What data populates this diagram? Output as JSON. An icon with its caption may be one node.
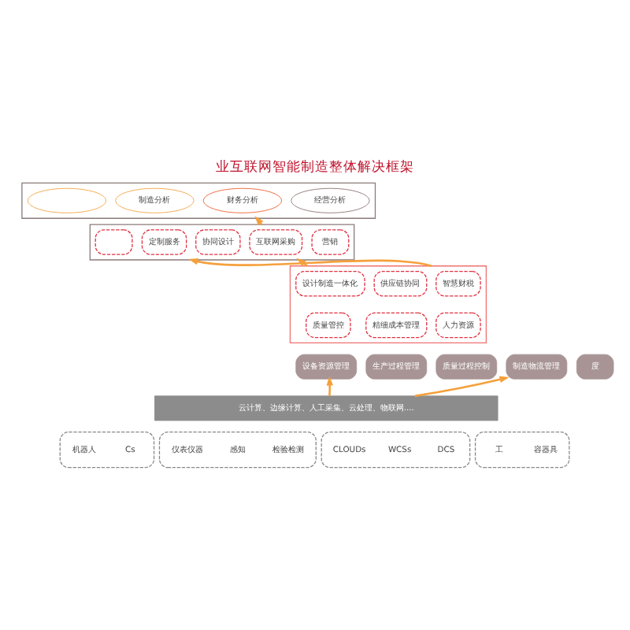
{
  "diagram": {
    "title": "业互联网智能制造整体解决框架",
    "nodes": [
      {
        "text": [],
        "shape": "box"
      },
      {
        "text": [
          "经营分析"
        ],
        "in": 0
      },
      {
        "text": [
          "财务分析"
        ],
        "in": 0
      },
      {
        "text": [
          "制造分析"
        ],
        "in": 0
      },
      {
        "text": [],
        "shape": "ellipse",
        "in": 0
      },
      {
        "text": [],
        "shape": "box"
      },
      {
        "text": [
          "营销"
        ],
        "in": 5
      },
      {
        "text": [
          "互联网采购"
        ],
        "in": 5
      },
      {
        "text": [
          "协同设计"
        ],
        "in": 5
      },
      {
        "text": [
          "定制服务"
        ],
        "in": 5
      },
      {
        "text": [],
        "shape": "box",
        "in": 5
      },
      {
        "text": [],
        "shape": "box"
      },
      {
        "text": [
          "设计制造一体化"
        ],
        "in": 11
      },
      {
        "text": [
          "供应链协同"
        ],
        "in": 11
      },
      {
        "text": [
          "智慧财税"
        ],
        "in": 11
      },
      {
        "text": [
          "质量管控"
        ],
        "in": 11
      },
      {
        "text": [
          "精细成本管理"
        ],
        "in": 11
      },
      {
        "text": [
          "人力资源"
        ],
        "in": 11
      },
      {
        "text": [
          "度"
        ]
      },
      {
        "text": [
          "设备资源管理"
        ]
      },
      {
        "text": [
          "生产过程管理"
        ]
      },
      {
        "text": [
          "质量过程控制"
        ]
      },
      {
        "text": [
          "制造物流管理"
        ]
      },
      {
        "text": [
          "云计算、边缘计算、人工采集、云处理、物联网...."
        ]
      },
      {
        "text": [],
        "shape": "box"
      },
      {
        "text": [
          "Cs"
        ],
        "in": 24
      },
      {
        "text": [
          "机器人"
        ],
        "in": 24
      },
      {
        "text": [],
        "shape": "box"
      },
      {
        "text": [
          "检验检测"
        ],
        "in": 27
      },
      {
        "text": [
          "感知"
        ],
        "in": 27
      },
      {
        "text": [
          "仪表仪器"
        ],
        "in": 27
      },
      {
        "text": [],
        "shape": "box"
      },
      {
        "text": [
          "DCS"
        ],
        "in": 31
      },
      {
        "text": [
          "WCSs"
        ],
        "in": 31
      },
      {
        "text": [
          "CLOUDs"
        ],
        "in": 31
      },
      {
        "text": [],
        "shape": "box"
      },
      {
        "text": [
          "容器具"
        ],
        "in": 35
      },
      {
        "text": [
          "工"
        ],
        "in": 35
      }
    ],
    "edges": [
      {
        "from": 23,
        "to": 19,
        "arrow": "to"
      },
      {
        "from": 23,
        "to": 22,
        "arrow": "to"
      },
      {
        "from": 11,
        "to": 5,
        "arrow": "to"
      },
      {
        "from": 11,
        "to": 5,
        "arrow": "to"
      },
      {
        "from": 5,
        "to": 0,
        "arrow": "to"
      }
    ]
  }
}
